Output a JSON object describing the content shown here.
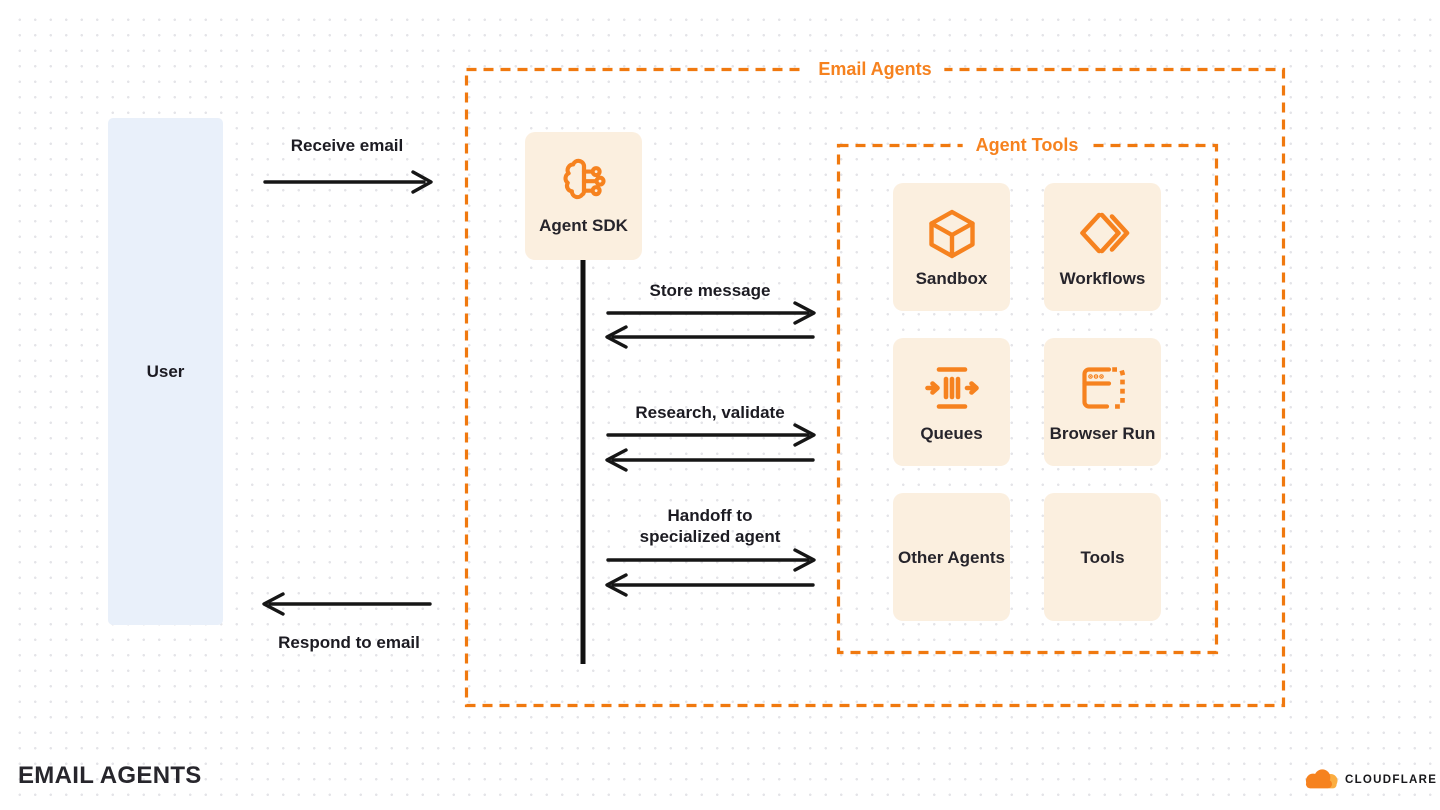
{
  "colors": {
    "accent_orange": "#f6821f",
    "brand_light_orange": "#fbad41",
    "tile_background": "#fbefdf",
    "user_box_background": "#e9f0fa",
    "arrow_black": "#161616",
    "dot_grid": "#e4e4e8"
  },
  "outer_box": {
    "label": "Email Agents"
  },
  "tools_box": {
    "label": "Agent Tools"
  },
  "user": {
    "label": "User"
  },
  "agent_sdk": {
    "label": "Agent SDK",
    "icon": "brain-circuit-icon"
  },
  "flows": {
    "receive": "Receive email",
    "respond": "Respond to email"
  },
  "sequence": [
    {
      "label": "Store message"
    },
    {
      "label": "Research, validate"
    },
    {
      "label": "Handoff to",
      "label2": "specialized agent"
    }
  ],
  "tools": [
    {
      "label": "Sandbox",
      "icon": "sandbox-cube-icon"
    },
    {
      "label": "Workflows",
      "icon": "workflows-diamond-icon"
    },
    {
      "label": "Queues",
      "icon": "queues-icon"
    },
    {
      "label": "Browser Run",
      "icon": "browser-window-icon"
    },
    {
      "label": "Other Agents",
      "icon": ""
    },
    {
      "label": "Tools",
      "icon": ""
    }
  ],
  "footer": {
    "title": "EMAIL AGENTS",
    "brand": "CLOUDFLARE"
  }
}
